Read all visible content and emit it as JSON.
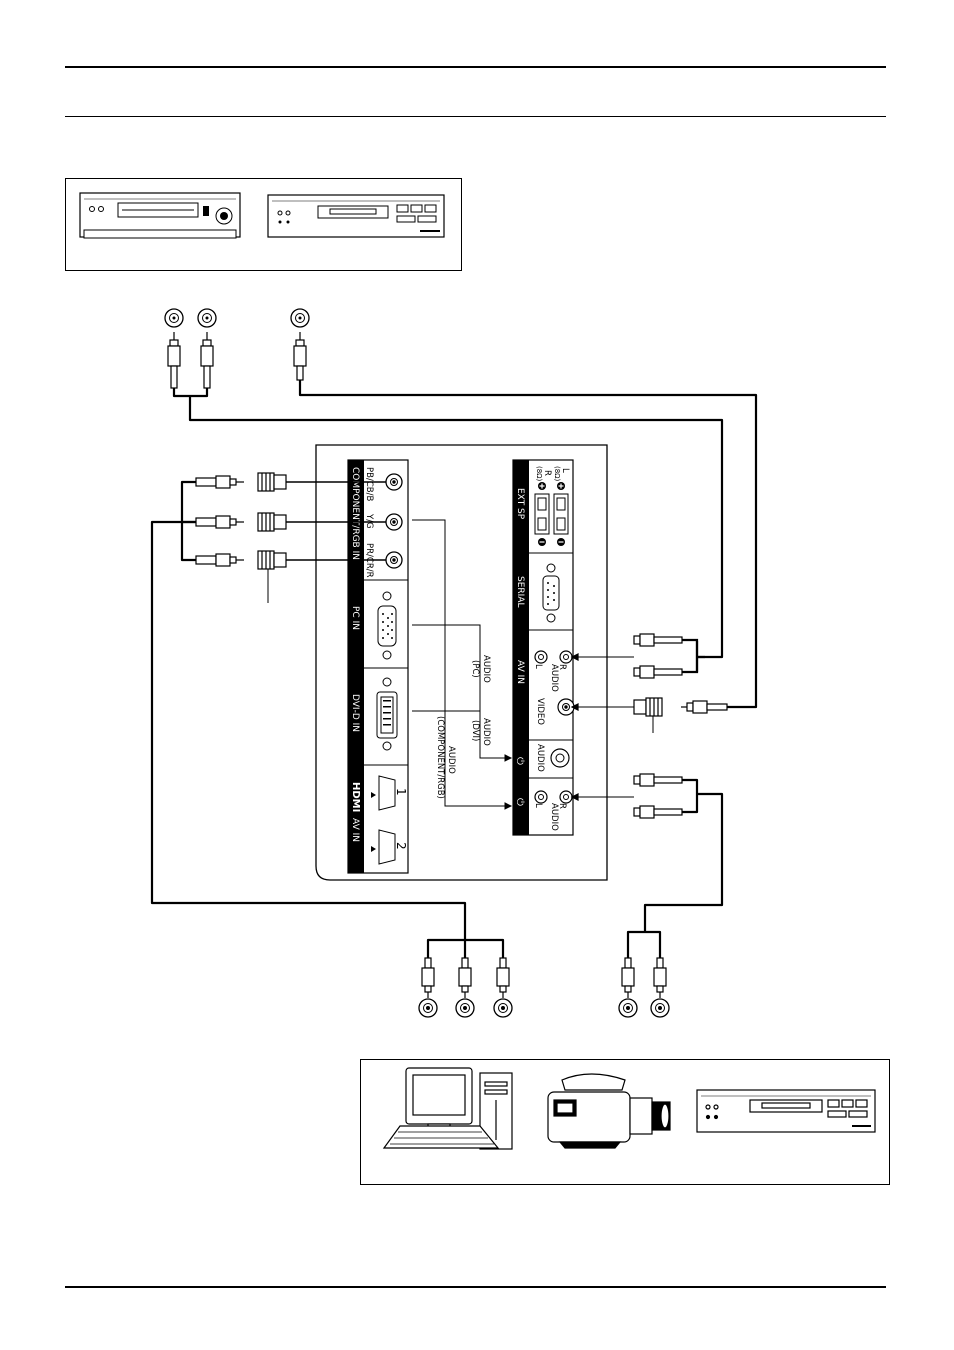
{
  "panel": {
    "component_group": "COMPONENT/RGB IN",
    "pb": "PB/CB/B",
    "y": "Y/G",
    "pr": "PR/CR/R",
    "pc_group": "PC IN",
    "dvi_group": "DVI-D IN",
    "hdmi_logo": "HDMI",
    "hdmi_group": "AV IN",
    "hdmi_1": "1",
    "hdmi_2": "2",
    "ext_sp": "EXT SP",
    "sp_l": "L",
    "sp_l_ohm": "(8Ω)",
    "sp_r": "R",
    "sp_r_ohm": "(8Ω)",
    "serial": "SERIAL",
    "av_in": "AV IN",
    "av_audio_r": "R",
    "av_audio": "AUDIO",
    "av_audio_l": "L",
    "video": "VIDEO",
    "audio_mid": "AUDIO",
    "audio2_r": "R",
    "audio2": "AUDIO",
    "audio2_l": "L"
  },
  "routing": {
    "audio_pc_1": "AUDIO",
    "audio_pc_2": "(PC)",
    "audio_dvi_1": "AUDIO",
    "audio_dvi_2": "(DVI)",
    "audio_comp_1": "AUDIO",
    "audio_comp_2": "(COMPONENT/RGB)"
  }
}
